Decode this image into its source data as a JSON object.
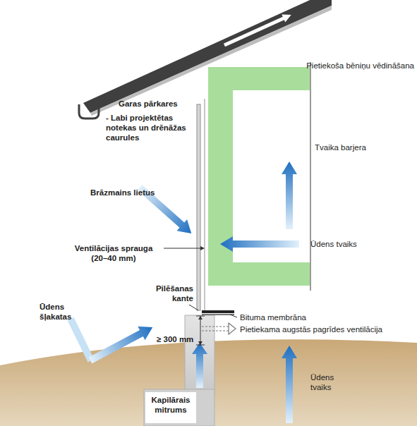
{
  "diagram": {
    "nodes": [
      {
        "text": [
          "Kapilārais mitrums"
        ]
      }
    ],
    "labels": [
      "Pietiekoša bēniņu vēdināšana",
      "Garas pārkares",
      "- Labi projektētas notekas un drēnāžas caurules",
      "Tvaika barjera",
      "Brāzmains lietus",
      "Ūdens tvaiks",
      "Ventilācijas sprauga (20–40 mm)",
      "Pilēšanas kante",
      "Ūdens šļakatas",
      "≥ 300 mm",
      "Bituma membrāna",
      "Pietiekama augstās pagrīdes ventilācija",
      "Ūdens tvaiks"
    ]
  }
}
